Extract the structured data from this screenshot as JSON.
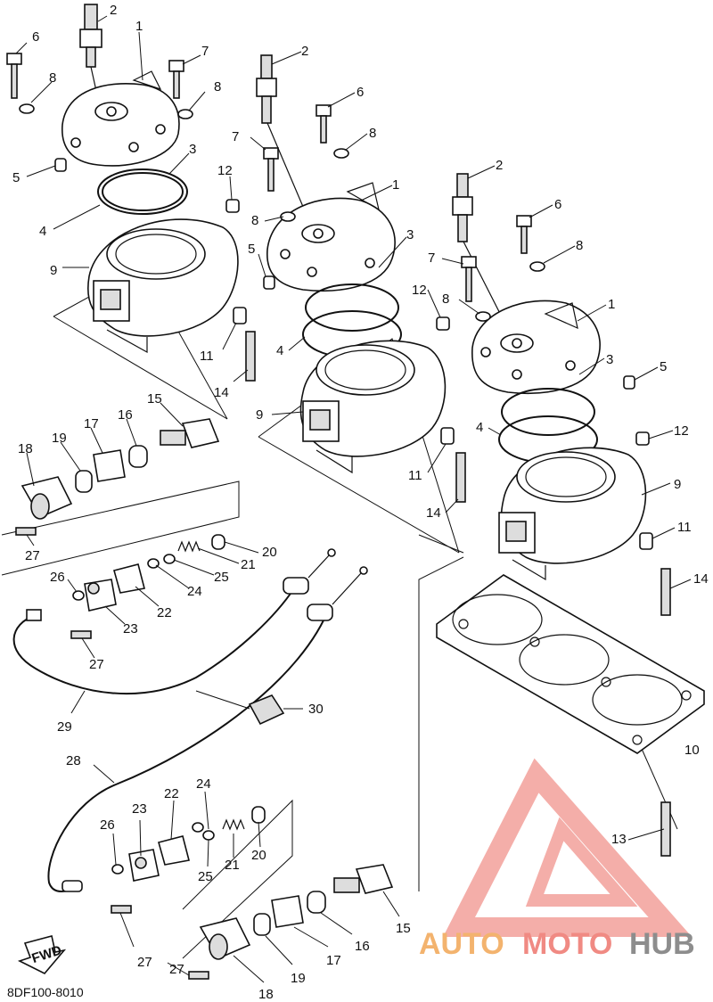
{
  "diagram": {
    "code": "8DF100-8010",
    "fwd_label": "FWD",
    "watermark": {
      "part1": "AUTO",
      "part2": "MOTO",
      "part3": "HUB"
    },
    "labels": [
      {
        "id": "l1",
        "text": "6"
      },
      {
        "id": "l2",
        "text": "2"
      },
      {
        "id": "l3",
        "text": "1"
      },
      {
        "id": "l4",
        "text": "7"
      },
      {
        "id": "l5",
        "text": "8"
      },
      {
        "id": "l6",
        "text": "8"
      },
      {
        "id": "l7",
        "text": "3"
      },
      {
        "id": "l8",
        "text": "5"
      },
      {
        "id": "l9",
        "text": "12"
      },
      {
        "id": "l10",
        "text": "4"
      },
      {
        "id": "l11",
        "text": "9"
      },
      {
        "id": "l12",
        "text": "11"
      },
      {
        "id": "l13",
        "text": "14"
      },
      {
        "id": "l14",
        "text": "15"
      },
      {
        "id": "l15",
        "text": "16"
      },
      {
        "id": "l16",
        "text": "17"
      },
      {
        "id": "l17",
        "text": "19"
      },
      {
        "id": "l18",
        "text": "18"
      },
      {
        "id": "l19",
        "text": "27"
      },
      {
        "id": "l20",
        "text": "2"
      },
      {
        "id": "l21",
        "text": "6"
      },
      {
        "id": "l22",
        "text": "7"
      },
      {
        "id": "l23",
        "text": "8"
      },
      {
        "id": "l24",
        "text": "1"
      },
      {
        "id": "l25",
        "text": "8"
      },
      {
        "id": "l26",
        "text": "3"
      },
      {
        "id": "l27",
        "text": "5"
      },
      {
        "id": "l28",
        "text": "12"
      },
      {
        "id": "l29",
        "text": "4"
      },
      {
        "id": "l30",
        "text": "9"
      },
      {
        "id": "l31",
        "text": "11"
      },
      {
        "id": "l32",
        "text": "14"
      },
      {
        "id": "l33",
        "text": "2"
      },
      {
        "id": "l34",
        "text": "6"
      },
      {
        "id": "l35",
        "text": "7"
      },
      {
        "id": "l36",
        "text": "8"
      },
      {
        "id": "l37",
        "text": "8"
      },
      {
        "id": "l38",
        "text": "1"
      },
      {
        "id": "l39",
        "text": "3"
      },
      {
        "id": "l40",
        "text": "5"
      },
      {
        "id": "l41",
        "text": "12"
      },
      {
        "id": "l42",
        "text": "4"
      },
      {
        "id": "l43",
        "text": "9"
      },
      {
        "id": "l44",
        "text": "11"
      },
      {
        "id": "l45",
        "text": "14"
      },
      {
        "id": "l46",
        "text": "20"
      },
      {
        "id": "l47",
        "text": "21"
      },
      {
        "id": "l48",
        "text": "25"
      },
      {
        "id": "l49",
        "text": "24"
      },
      {
        "id": "l50",
        "text": "22"
      },
      {
        "id": "l51",
        "text": "23"
      },
      {
        "id": "l52",
        "text": "26"
      },
      {
        "id": "l53",
        "text": "27"
      },
      {
        "id": "l54",
        "text": "29"
      },
      {
        "id": "l55",
        "text": "30"
      },
      {
        "id": "l56",
        "text": "28"
      },
      {
        "id": "l57",
        "text": "10"
      },
      {
        "id": "l58",
        "text": "13"
      },
      {
        "id": "l59",
        "text": "23"
      },
      {
        "id": "l60",
        "text": "22"
      },
      {
        "id": "l61",
        "text": "24"
      },
      {
        "id": "l62",
        "text": "26"
      },
      {
        "id": "l63",
        "text": "25"
      },
      {
        "id": "l64",
        "text": "21"
      },
      {
        "id": "l65",
        "text": "20"
      },
      {
        "id": "l66",
        "text": "27"
      },
      {
        "id": "l67",
        "text": "15"
      },
      {
        "id": "l68",
        "text": "16"
      },
      {
        "id": "l69",
        "text": "17"
      },
      {
        "id": "l70",
        "text": "19"
      },
      {
        "id": "l71",
        "text": "18"
      },
      {
        "id": "l72",
        "text": "27"
      }
    ]
  }
}
